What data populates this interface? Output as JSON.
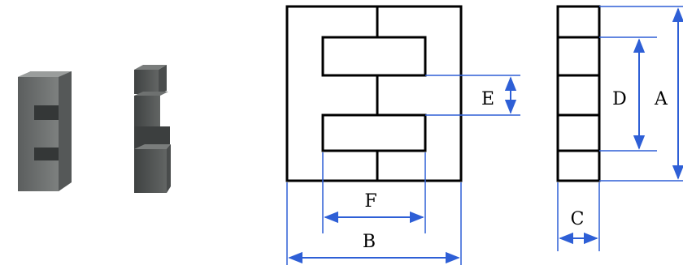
{
  "colors": {
    "outline": "#000000",
    "dimension": "#2e5fd6",
    "ferrite_dark": "#4a4d4d",
    "ferrite_mid": "#6b6e6e",
    "ferrite_light": "#8a8d8c",
    "background": "#ffffff"
  },
  "labels": {
    "a": "A",
    "b": "B",
    "c": "C",
    "d": "D",
    "e": "E",
    "f": "F"
  }
}
